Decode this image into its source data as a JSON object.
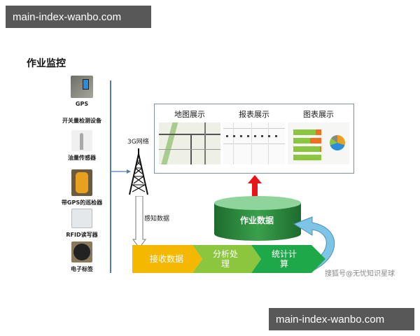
{
  "watermarks": {
    "top": "main-index-wanbo.com",
    "bottom": "main-index-wanbo.com"
  },
  "title": "作业监控",
  "devices": [
    {
      "label": "GPS",
      "icon": "gps-device-icon"
    },
    {
      "label": "开关量检测设备",
      "icon": "switch-detector-icon"
    },
    {
      "label": "油量传感器",
      "icon": "oil-sensor-icon"
    },
    {
      "label": "带GPS的巡检器",
      "icon": "gps-inspector-icon"
    },
    {
      "label": "RFID读写器",
      "icon": "rfid-reader-icon"
    },
    {
      "label": "电子标签",
      "icon": "electronic-tag-icon"
    }
  ],
  "network": {
    "label": "3G网络",
    "icon": "cell-tower-icon"
  },
  "sense_label": "感知数据",
  "display_panel": {
    "items": [
      {
        "label": "地图展示",
        "icon": "map-thumbnail"
      },
      {
        "label": "报表展示",
        "icon": "report-table-thumbnail"
      },
      {
        "label": "图表展示",
        "icon": "chart-thumbnail"
      }
    ]
  },
  "database": {
    "label": "作业数据"
  },
  "pipeline": [
    {
      "label": "接收数据",
      "color": "#f5b800"
    },
    {
      "label": "分析处\n理",
      "color": "#8cc63f"
    },
    {
      "label": "统计计\n算",
      "color": "#1fa84a"
    }
  ],
  "colors": {
    "up_arrow": "#e8141a",
    "loop_arrow": "#7ec4e6",
    "cylinder": "#2e8b3e",
    "line": "#4f7fa8"
  },
  "credit": "搜狐号@无忧知识星球"
}
